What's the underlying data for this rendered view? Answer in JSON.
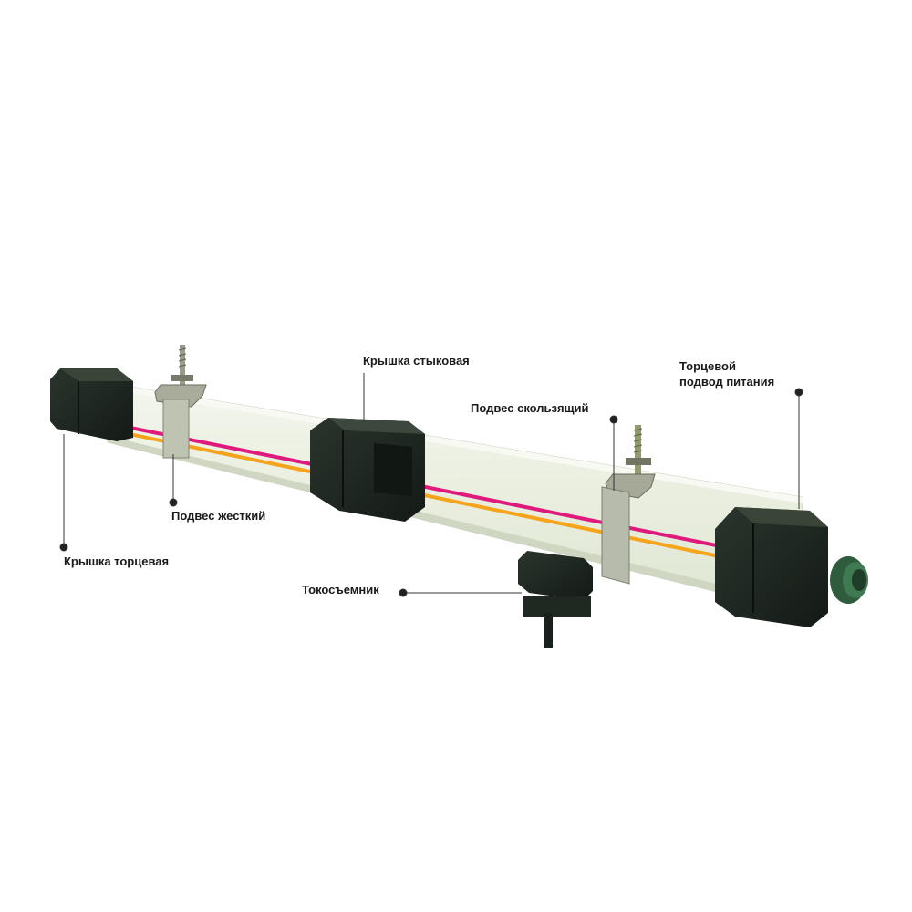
{
  "labels": {
    "end_cap": "Крышка торцевая",
    "rigid_hanger": "Подвес жесткий",
    "joint_cover": "Крышка стыковая",
    "sliding_hanger": "Подвес скользящий",
    "end_feed_line1": "Торцевой",
    "end_feed_line2": "подвод питания",
    "current_collector": "Токосъемник"
  },
  "colors": {
    "rail_body": "#e6ecd9",
    "cover": "#1d2620",
    "stripe_magenta": "#e0197d",
    "stripe_orange": "#f5a41c",
    "connector": "#3f7a52"
  }
}
